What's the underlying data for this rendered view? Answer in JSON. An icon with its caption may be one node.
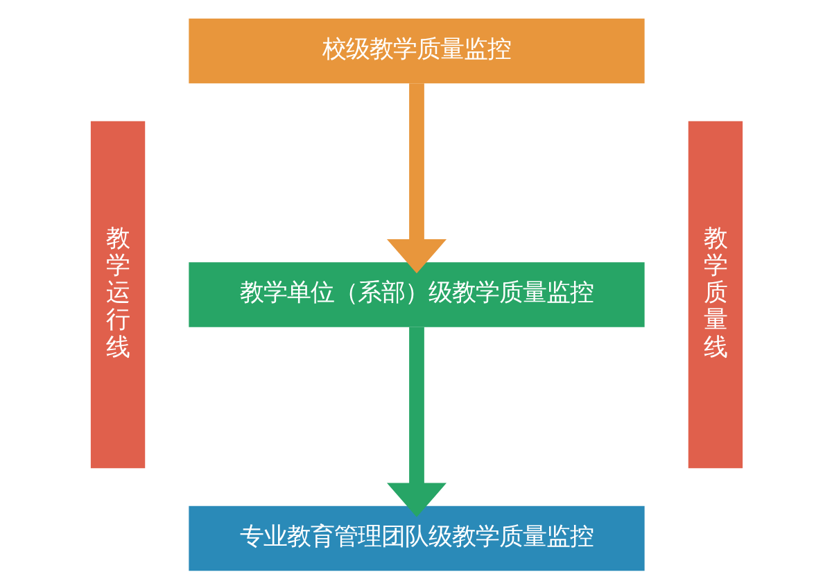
{
  "diagram": {
    "nodes": [
      {
        "text": [
          "校级教学质量监控"
        ]
      },
      {
        "text": [
          "教学单位（系部）级教学质量监控"
        ]
      },
      {
        "text": [
          "专业教育管理团队级教学质量监控"
        ]
      },
      {
        "text": [
          "教学运行线"
        ]
      },
      {
        "text": [
          "教学质量线"
        ]
      }
    ],
    "edges": [
      {
        "from": 0,
        "to": 1,
        "arrow": "to",
        "color": "#e8963c"
      },
      {
        "from": 1,
        "to": 2,
        "arrow": "to",
        "color": "#27a566"
      }
    ]
  }
}
